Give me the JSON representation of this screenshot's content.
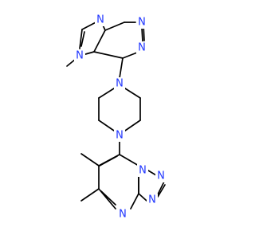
{
  "colors": {
    "carbon_bond": "#000000",
    "nitrogen": "#1f35ff",
    "background": "#ffffff"
  },
  "molecule": {
    "atom_labels": [
      {
        "id": "n-purine-top",
        "text": "N",
        "element": "N"
      },
      {
        "id": "n-purine-upper-right",
        "text": "N",
        "element": "N"
      },
      {
        "id": "n-purine-right",
        "text": "N",
        "element": "N"
      },
      {
        "id": "n-purine-left",
        "text": "N",
        "element": "N"
      },
      {
        "id": "n-piperazine-top",
        "text": "N",
        "element": "N"
      },
      {
        "id": "n-piperazine-bottom",
        "text": "N",
        "element": "N"
      },
      {
        "id": "n-triazolo-upper",
        "text": "N",
        "element": "N"
      },
      {
        "id": "n-triazolo-right",
        "text": "N",
        "element": "N"
      },
      {
        "id": "n-triazolo-lower-right",
        "text": "N",
        "element": "N"
      },
      {
        "id": "n-triazolo-lower",
        "text": "N",
        "element": "N"
      }
    ]
  }
}
